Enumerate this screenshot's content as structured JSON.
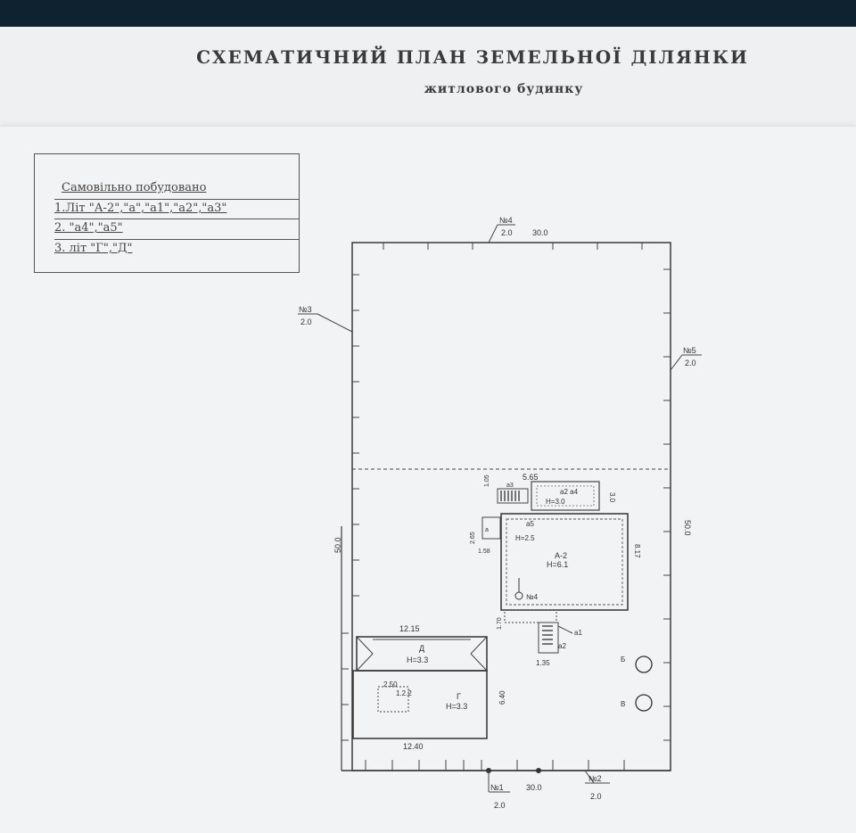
{
  "title": "СХЕМАТИЧНИЙ ПЛАН ЗЕМЕЛЬНОЇ ДІЛЯНКИ",
  "subtitle": "житлового будинку",
  "legend": {
    "heading": "Самовільно побудовано",
    "items": [
      "1.Літ \"А-2\",\"а\",\"а1\",\"а2\",\"а3\"",
      "2. \"а4\",\"а5\"",
      "3. літ \"Г\",\"Д\""
    ]
  },
  "plan": {
    "markers": [
      {
        "top": "№4",
        "bottom": "2.0"
      },
      {
        "top": "№3",
        "bottom": "2.0"
      },
      {
        "top": "№5",
        "bottom": "2.0"
      },
      {
        "top": "№1",
        "bottom": "2.0"
      },
      {
        "top": "№2",
        "bottom": "2.0"
      }
    ],
    "top_dim": "30.0",
    "bottom_dim": "30.0",
    "left_dim": "50.0",
    "right_dim": "50.0",
    "house": {
      "label": "А-2",
      "height": "H=6.1",
      "side_dim": "8.17",
      "well": "№4",
      "sub_label": "а5",
      "sub_height": "H=2.5"
    },
    "annex": {
      "label": "а2 а4",
      "height": "H=3.0",
      "width": "5.65",
      "side": "3.0"
    },
    "small": {
      "lbl1": "а3",
      "dim1": "1.05",
      "lbl2": "а1",
      "lbl3": "а2",
      "dim2": "1.35",
      "dim3": "1.58",
      "dim4": "2.65",
      "dim5": "1.70",
      "lbl4": "а"
    },
    "shed_d": {
      "label": "Д",
      "height": "H=3.3",
      "width": "12.15"
    },
    "shed_g": {
      "label": "Г",
      "height": "H=3.3",
      "width": "12.40",
      "side": "6.40",
      "inner_dim": "2.50",
      "inner_lbl": "1.2.2"
    },
    "wells": [
      {
        "label": "Б"
      },
      {
        "label": "В"
      }
    ]
  }
}
